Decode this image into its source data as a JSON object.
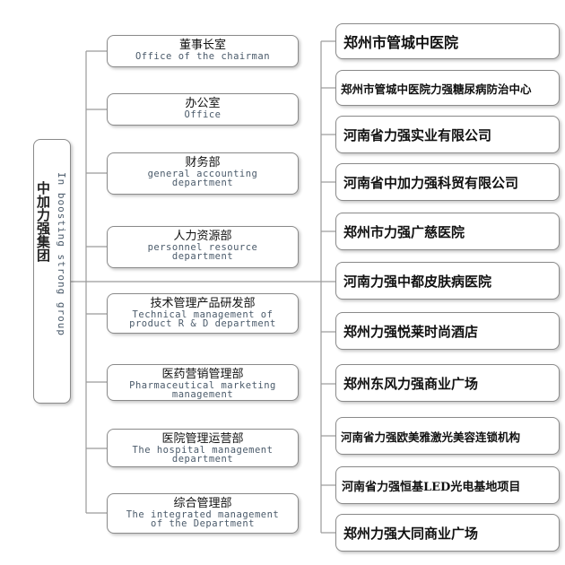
{
  "root": {
    "zh": "中加力强集团",
    "en": "In boosting strong group"
  },
  "departments": [
    {
      "zh": "董事长室",
      "en": "Office of the chairman"
    },
    {
      "zh": "办公室",
      "en": "Office"
    },
    {
      "zh": "财务部",
      "en": "general accounting\ndepartment"
    },
    {
      "zh": "人力资源部",
      "en": "personnel resource\ndepartment"
    },
    {
      "zh": "技术管理产品研发部",
      "en": "Technical management of\nproduct R & D department"
    },
    {
      "zh": "医药营销管理部",
      "en": "Pharmaceutical marketing\nmanagement"
    },
    {
      "zh": "医院管理运营部",
      "en": "The hospital management\ndepartment"
    },
    {
      "zh": "综合管理部",
      "en": "The integrated management\nof the Department"
    }
  ],
  "subsidiaries": [
    "郑州市管城中医院",
    "郑州市管城中医院力强糖尿病防治中心",
    "河南省力强实业有限公司",
    "河南省中加力强科贸有限公司",
    "郑州市力强广慈医院",
    "河南力强中都皮肤病医院",
    "郑州力强悦莱时尚酒店",
    "郑州东风力强商业广场",
    "河南省力强欧美雅激光美容连锁机构",
    "河南省力强恒基LED光电基地项目",
    "郑州力强大同商业广场"
  ]
}
